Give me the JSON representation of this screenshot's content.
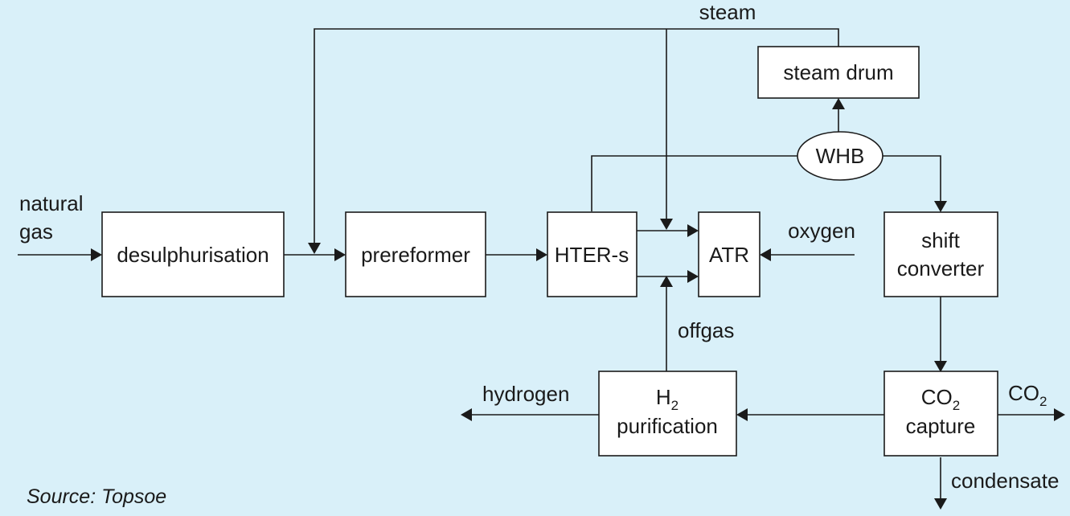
{
  "units": {
    "desulphurisation": "desulphurisation",
    "prereformer": "prereformer",
    "hter_s": "HTER-s",
    "atr": "ATR",
    "steam_drum": "steam drum",
    "whb": "WHB",
    "shift_converter": [
      "shift",
      "converter"
    ],
    "h2_purification": {
      "main": "H",
      "sub": "2",
      "line2": "purification"
    },
    "co2_capture": {
      "main": "CO",
      "sub": "2",
      "line2": "capture"
    }
  },
  "streams": {
    "natural_gas": [
      "natural",
      "gas"
    ],
    "steam": "steam",
    "oxygen": "oxygen",
    "offgas": "offgas",
    "hydrogen": "hydrogen",
    "co2": {
      "main": "CO",
      "sub": "2"
    },
    "condensate": "condensate"
  },
  "source": "Source: Topsoe"
}
